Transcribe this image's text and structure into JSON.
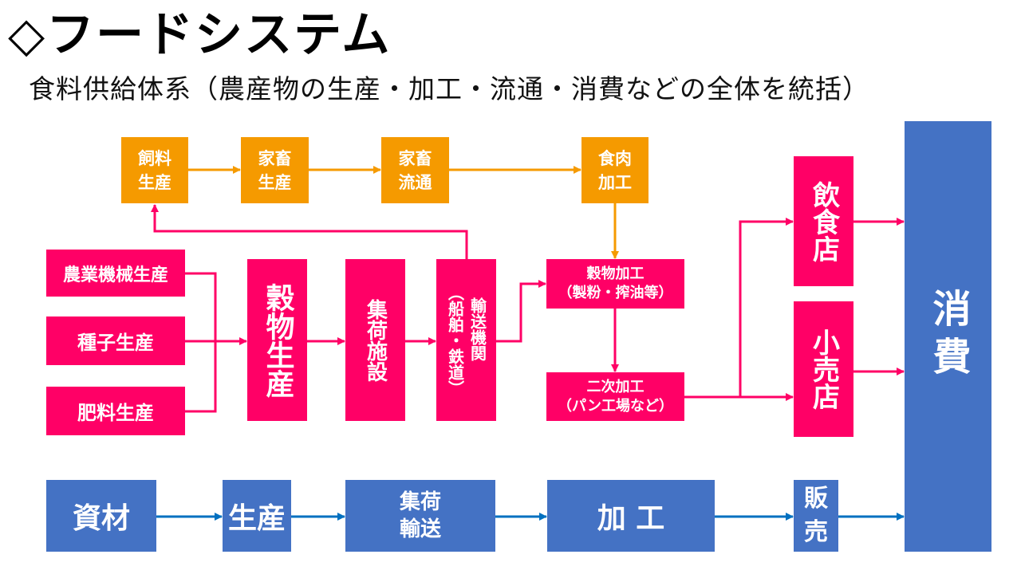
{
  "header": {
    "title": "◇フードシステム",
    "subtitle": "食料供給体系（農産物の生産・加工・流通・消費などの全体を統括）"
  },
  "colors": {
    "livestock_chain": "#f59a00",
    "grain_chain": "#ff0066",
    "general_flow": "#4472c4",
    "general_arrow": "#0070c0"
  },
  "livestock_chain": {
    "feed_production": [
      "飼料",
      "生産"
    ],
    "livestock_production": [
      "家畜",
      "生産"
    ],
    "livestock_distribution": [
      "家畜",
      "流通"
    ],
    "meat_processing": [
      "食肉",
      "加工"
    ]
  },
  "grain_chain": {
    "inputs": {
      "farm_machinery": "農業機械生産",
      "seed_production": "種子生産",
      "fertilizer_production": "肥料生産"
    },
    "grain_production": "穀物生産",
    "collection_facility": "集荷施設",
    "transport": {
      "main": "輸送機関",
      "sub": "（船舶・鉄道）"
    },
    "grain_processing": [
      "穀物加工",
      "（製粉・搾油等）"
    ],
    "secondary_processing": [
      "二次加工",
      "（パン工場など）"
    ],
    "restaurants": "飲食店",
    "retail_stores": "小売店"
  },
  "consumption": "消費",
  "general_flow": {
    "materials": "資材",
    "production": "生産",
    "collection_transport": [
      "集荷",
      "輸送"
    ],
    "processing": "加 工",
    "sales": [
      "販",
      "売"
    ]
  }
}
